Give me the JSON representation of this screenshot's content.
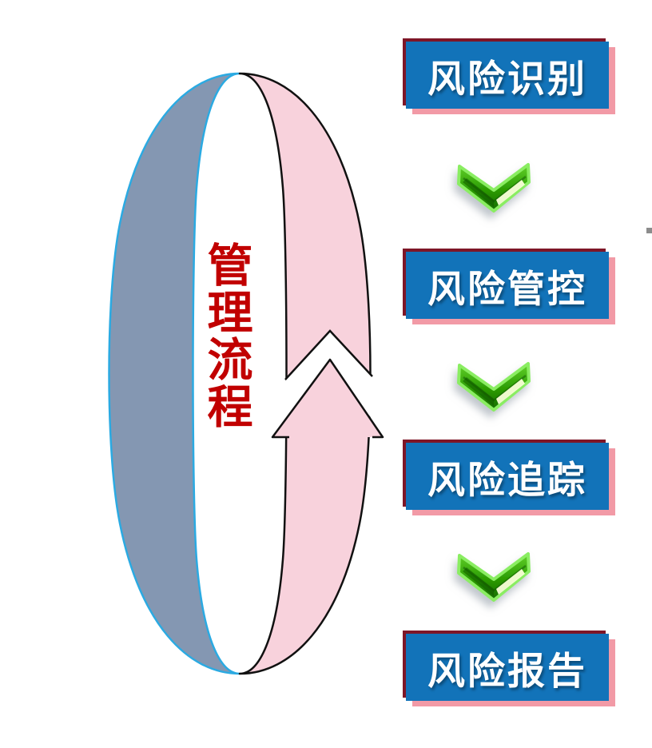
{
  "cycle": {
    "label": "管理流程",
    "label_color": "#C10000",
    "left_band_fill": "#8497B2",
    "left_band_stroke": "#2BAAE2",
    "arrow_band_fill": "#F8D2DC",
    "arrow_band_stroke": "#111111",
    "arrow_direction": "up"
  },
  "steps": [
    {
      "label": "风险识别"
    },
    {
      "label": "风险管控"
    },
    {
      "label": "风险追踪"
    },
    {
      "label": "风险报告"
    }
  ],
  "step_style": {
    "fill": "#1273B9",
    "text_color": "#FFFFFF",
    "dark_edge": "#7E1627",
    "pink_shadow": "#F29AA6"
  },
  "connector": {
    "icon": "chevron-down-icon",
    "color": "#2FA006",
    "outline": "#8AED62",
    "highlight": "#FAFFD9",
    "count": 3
  }
}
